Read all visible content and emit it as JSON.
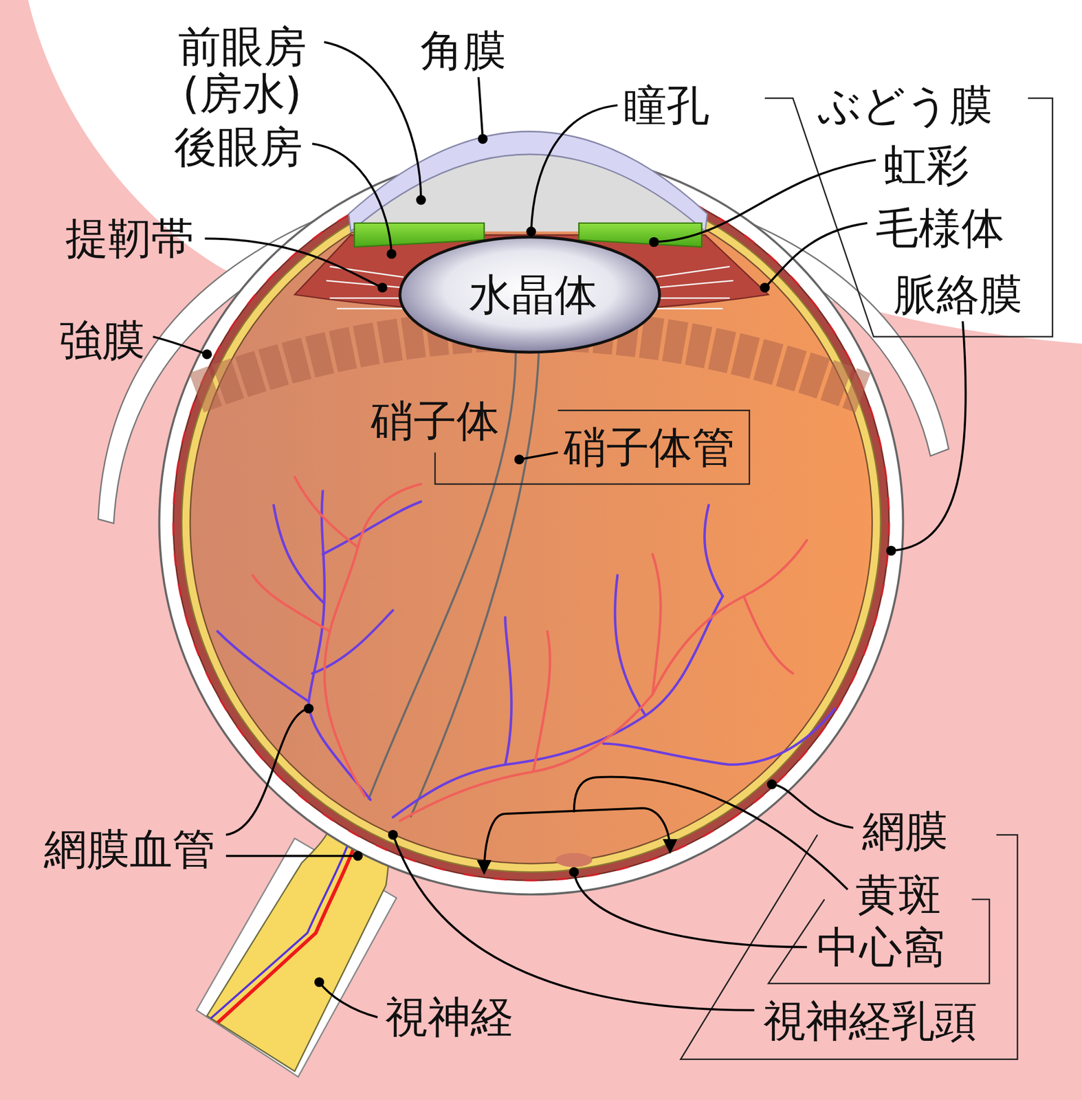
{
  "diagram": {
    "labels": [
      "前眼房 (房水)",
      "角膜",
      "後眼房",
      "瞳孔",
      "ぶどう膜",
      "提靭帯",
      "虹彩",
      "毛様体",
      "水晶体",
      "脈絡膜",
      "強膜",
      "硝子体",
      "硝子体管",
      "網膜血管",
      "網膜",
      "黄斑",
      "中心窩",
      "視神経",
      "視神経乳頭"
    ]
  }
}
